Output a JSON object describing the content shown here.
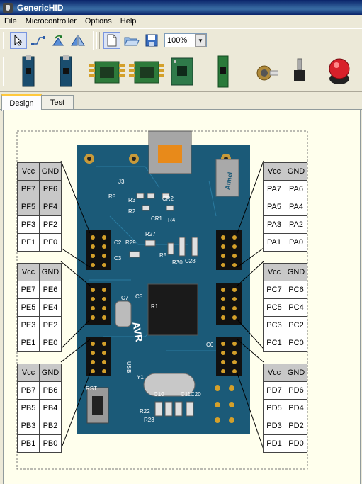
{
  "window": {
    "title": "GenericHID"
  },
  "menu": [
    "File",
    "Microcontroller",
    "Options",
    "Help"
  ],
  "toolbar": {
    "zoom_value": "100%"
  },
  "tabs": [
    {
      "label": "Design"
    },
    {
      "label": "Test"
    }
  ],
  "board": {
    "text_usb": "USB",
    "text_avr": "AVR",
    "text_atmel": "Atmel",
    "parts": [
      "R3",
      "R2",
      "R4",
      "CR1",
      "CR2",
      "R8",
      "R27",
      "R29",
      "R5",
      "C2",
      "C3",
      "C5",
      "C6",
      "C7",
      "Y1",
      "R1",
      "R22",
      "R23",
      "C10",
      "C11",
      "C20",
      "R30",
      "C28",
      "RST",
      "J3"
    ]
  },
  "pin_tables": [
    {
      "id": "tl",
      "rows": [
        [
          "Vcc",
          "GND"
        ],
        [
          "PF7",
          "PF6"
        ],
        [
          "PF5",
          "PF4"
        ],
        [
          "PF3",
          "PF2"
        ],
        [
          "PF1",
          "PF0"
        ]
      ],
      "gray_rows": [
        0,
        1,
        2
      ]
    },
    {
      "id": "ml",
      "rows": [
        [
          "Vcc",
          "GND"
        ],
        [
          "PE7",
          "PE6"
        ],
        [
          "PE5",
          "PE4"
        ],
        [
          "PE3",
          "PE2"
        ],
        [
          "PE1",
          "PE0"
        ]
      ],
      "gray_rows": [
        0
      ]
    },
    {
      "id": "bl",
      "rows": [
        [
          "Vcc",
          "GND"
        ],
        [
          "PB7",
          "PB6"
        ],
        [
          "PB5",
          "PB4"
        ],
        [
          "PB3",
          "PB2"
        ],
        [
          "PB1",
          "PB0"
        ]
      ],
      "gray_rows": [
        0
      ]
    },
    {
      "id": "tr",
      "rows": [
        [
          "Vcc",
          "GND"
        ],
        [
          "PA7",
          "PA6"
        ],
        [
          "PA5",
          "PA4"
        ],
        [
          "PA3",
          "PA2"
        ],
        [
          "PA1",
          "PA0"
        ]
      ],
      "gray_rows": [
        0
      ]
    },
    {
      "id": "mr",
      "rows": [
        [
          "Vcc",
          "GND"
        ],
        [
          "PC7",
          "PC6"
        ],
        [
          "PC5",
          "PC4"
        ],
        [
          "PC3",
          "PC2"
        ],
        [
          "PC1",
          "PC0"
        ]
      ],
      "gray_rows": [
        0
      ]
    },
    {
      "id": "br",
      "rows": [
        [
          "Vcc",
          "GND"
        ],
        [
          "PD7",
          "PD6"
        ],
        [
          "PD5",
          "PD4"
        ],
        [
          "PD3",
          "PD2"
        ],
        [
          "PD1",
          "PD0"
        ]
      ],
      "gray_rows": [
        0
      ]
    }
  ]
}
